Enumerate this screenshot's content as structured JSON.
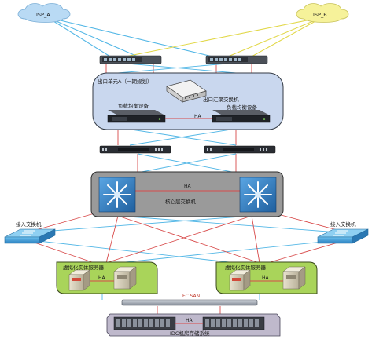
{
  "isp_left": "ISP_A",
  "isp_right": "ISP_B",
  "egress_zone": "出口单元A（一期规划）",
  "egress_switch": "出口汇聚交换机",
  "load_balancer_left": "负载均衡设备",
  "load_balancer_right": "负载均衡设备",
  "ha_egress": "HA",
  "ha_core": "HA",
  "core_zone": "核心层交换机",
  "access_left": "接入交换机",
  "access_right": "接入交换机",
  "server_left": "虚拟化实体服务器",
  "server_right": "虚拟化实体服务器",
  "ha_server_left": "HA",
  "ha_server_right": "HA",
  "san": "FC SAN",
  "ha_storage": "HA",
  "storage_zone": "IDC机房存储系统",
  "colors": {
    "isp_left_cloud": "#b9daf4",
    "isp_right_cloud": "#f6f29a",
    "zone_fill": "#c9d7ee",
    "core_zone_fill": "#9a9a9a",
    "server_zone_fill": "#a9d45a",
    "link_red": "#d84a4a",
    "link_cyan": "#53b7e6",
    "link_yellow": "#e2d84a",
    "core_switch": "#2f7fc4"
  }
}
